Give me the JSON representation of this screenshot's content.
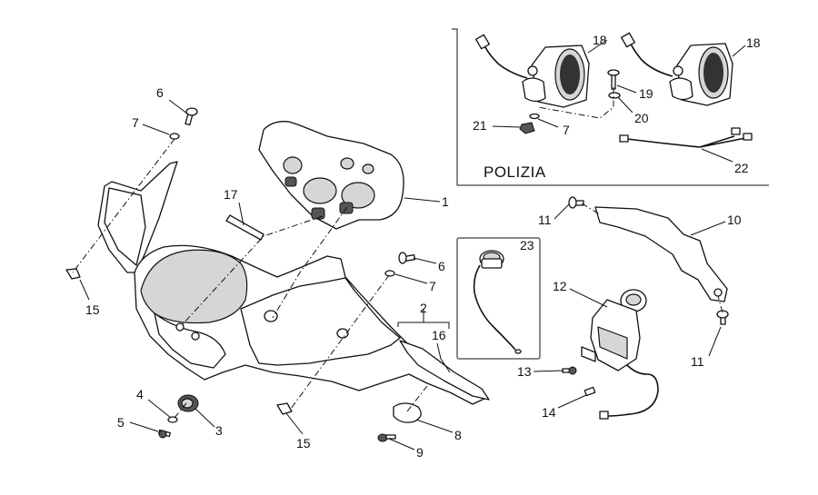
{
  "inset_label": "POLIZIA",
  "callouts": [
    {
      "id": "c1",
      "text": "1"
    },
    {
      "id": "c2",
      "text": "2"
    },
    {
      "id": "c3",
      "text": "3"
    },
    {
      "id": "c4",
      "text": "4"
    },
    {
      "id": "c5",
      "text": "5"
    },
    {
      "id": "c6a",
      "text": "6"
    },
    {
      "id": "c6b",
      "text": "6"
    },
    {
      "id": "c7a",
      "text": "7"
    },
    {
      "id": "c7b",
      "text": "7"
    },
    {
      "id": "c7c",
      "text": "7"
    },
    {
      "id": "c8",
      "text": "8"
    },
    {
      "id": "c9",
      "text": "9"
    },
    {
      "id": "c10",
      "text": "10"
    },
    {
      "id": "c11a",
      "text": "11"
    },
    {
      "id": "c11b",
      "text": "11"
    },
    {
      "id": "c12",
      "text": "12"
    },
    {
      "id": "c13",
      "text": "13"
    },
    {
      "id": "c14",
      "text": "14"
    },
    {
      "id": "c15a",
      "text": "15"
    },
    {
      "id": "c15b",
      "text": "15"
    },
    {
      "id": "c16",
      "text": "16"
    },
    {
      "id": "c17",
      "text": "17"
    },
    {
      "id": "c18a",
      "text": "18"
    },
    {
      "id": "c18b",
      "text": "18"
    },
    {
      "id": "c19",
      "text": "19"
    },
    {
      "id": "c20",
      "text": "20"
    },
    {
      "id": "c21",
      "text": "21"
    },
    {
      "id": "c22",
      "text": "22"
    },
    {
      "id": "c23",
      "text": "23"
    }
  ]
}
